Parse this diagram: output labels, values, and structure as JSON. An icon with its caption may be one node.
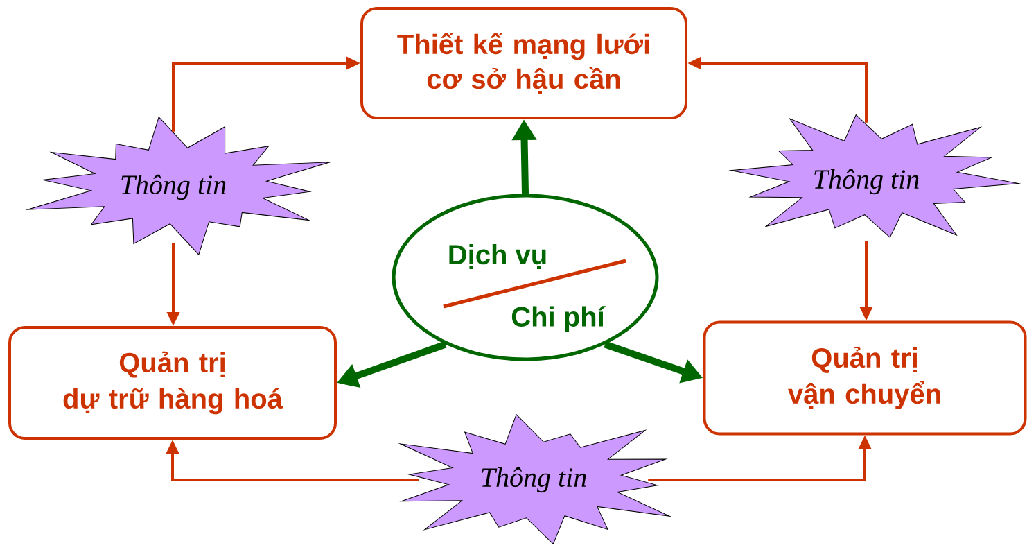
{
  "diagram": {
    "nodes": [
      {
        "text": [
          "Thiết kế mạng lưới cơ sở hậu cần"
        ]
      },
      {
        "text": [
          "Thông tin"
        ]
      },
      {
        "text": [
          "Thông tin"
        ]
      },
      {
        "text": [
          "Dịch vụ",
          "Chi phí"
        ]
      },
      {
        "text": [
          "Quản trị",
          "dự trữ hàng hoá"
        ]
      },
      {
        "text": [
          "Quản trị",
          "vận chuyển"
        ]
      },
      {
        "text": [
          "Thông tin"
        ]
      }
    ],
    "edges": [
      {
        "from": 1,
        "to": 0,
        "arrow": "to"
      },
      {
        "from": 1,
        "to": 4,
        "arrow": "to"
      },
      {
        "from": 2,
        "to": 0,
        "arrow": "to"
      },
      {
        "from": 2,
        "to": 5,
        "arrow": "to"
      },
      {
        "from": 6,
        "to": 4,
        "arrow": "to"
      },
      {
        "from": 6,
        "to": 5,
        "arrow": "to"
      },
      {
        "from": 3,
        "to": 0,
        "arrow": "to",
        "style": "thick",
        "color": "#006600"
      },
      {
        "from": 3,
        "to": 4,
        "arrow": "to",
        "style": "thick",
        "color": "#006600"
      },
      {
        "from": 3,
        "to": 5,
        "arrow": "to",
        "style": "thick",
        "color": "#006600"
      }
    ]
  }
}
